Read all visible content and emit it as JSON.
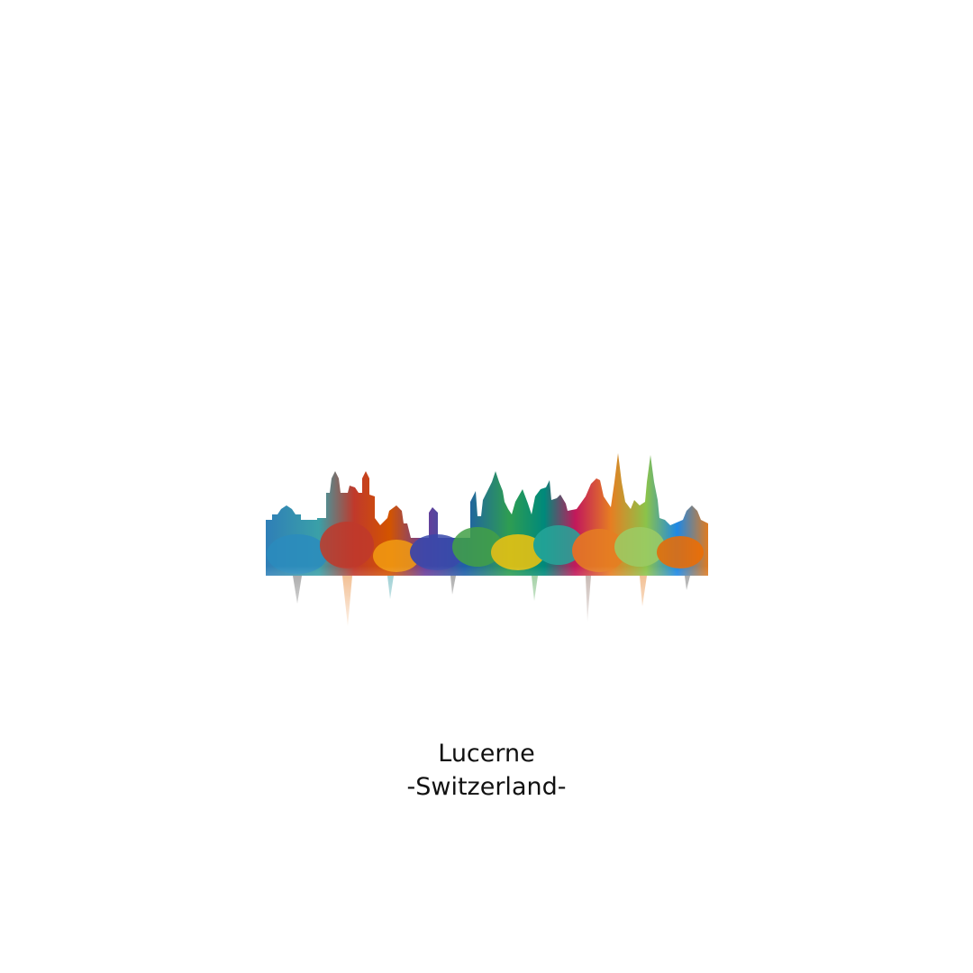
{
  "artwork": {
    "icon": "watercolor-city-skyline",
    "palette": [
      "#1f77b4",
      "#2ca7a0",
      "#3c8dbc",
      "#6a3d9a",
      "#b2182b",
      "#d7301f",
      "#f28e2b",
      "#f6c342",
      "#8bc34a",
      "#2e7d32",
      "#00897b",
      "#0277bd"
    ]
  },
  "caption": {
    "city": "Lucerne",
    "country": "-Switzerland-"
  }
}
